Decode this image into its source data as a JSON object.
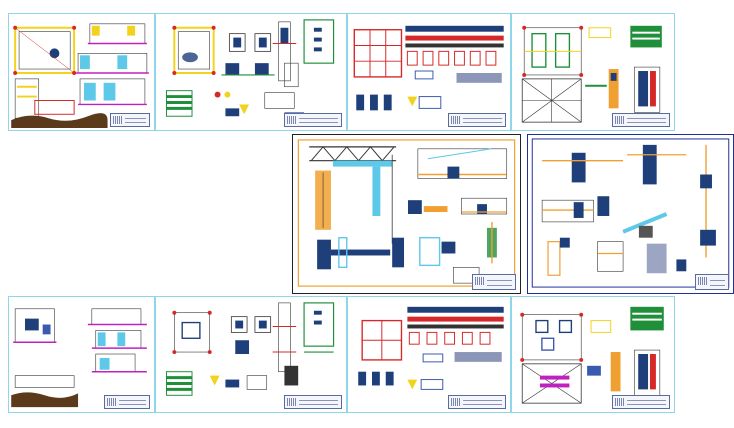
{
  "app": {
    "view": "sheet-overview"
  },
  "colors": {
    "sheet_border": "#8fd6ea",
    "outline_dark": "#222222",
    "outline_blue": "#1f2f9a",
    "accent_red": "#d62828",
    "accent_yellow": "#f2d21b",
    "accent_orange": "#f0a030",
    "accent_green": "#1f8f3a",
    "accent_magenta": "#c020c0",
    "accent_cyan": "#5ec8e8",
    "ground_brown": "#5a3a1a"
  },
  "sheets": [
    {
      "id": "s1",
      "kind": "elevations"
    },
    {
      "id": "s2",
      "kind": "foundation-plan"
    },
    {
      "id": "s3",
      "kind": "reinforcement"
    },
    {
      "id": "s4",
      "kind": "roof-plan"
    },
    {
      "id": "s5",
      "kind": "truss-details"
    },
    {
      "id": "s6",
      "kind": "connection-details"
    },
    {
      "id": "s7",
      "kind": "elevations"
    },
    {
      "id": "s8",
      "kind": "foundation-plan"
    },
    {
      "id": "s9",
      "kind": "reinforcement"
    },
    {
      "id": "s10",
      "kind": "roof-plan"
    }
  ]
}
